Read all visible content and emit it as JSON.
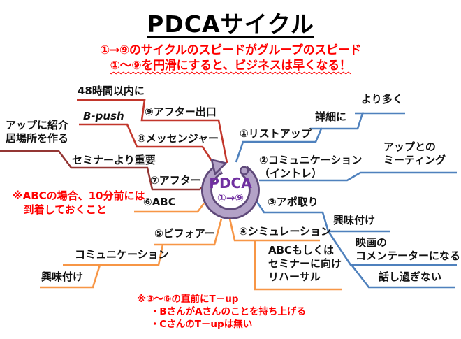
{
  "title": "PDCAサイクル",
  "subtitle": {
    "line1": "①→⑨のサイクルのスピードがグループのスピード",
    "line2": "①～⑨を円滑にすると、ビジネスは早くなる！"
  },
  "center": {
    "icon": "circular-cycle-arrow",
    "main": "PDCA",
    "range": "①→⑨"
  },
  "nodes": {
    "n48h": "48時間以内に",
    "bpush": "B-push",
    "n9": "⑨アフター出口",
    "n8": "⑧メッセンジャー",
    "up_intro": "アップに紹介\n居場所を作る",
    "seminar": "セミナーより重要",
    "n7": "⑦アフター",
    "n6": "⑥ABC",
    "n5": "⑤ビフォアー",
    "comm_left": "コミュニケーション",
    "interest_left": "興味付け",
    "n1": "①リストアップ",
    "detail": "詳細に",
    "more": "より多く",
    "n2": "②コミュニケーション\n（イントレ）",
    "up_meeting": "アップとの\nミーティング",
    "n3": "③アポ取り",
    "interest_right": "興味付け",
    "movie": "映画の\nコメンテーターになる",
    "no_talk": "話し過ぎない",
    "n4": "④シミュレーション",
    "rehearsal": "ABCもしくは\nセミナーに向け\nリハーサル"
  },
  "notes": {
    "abc": "※ABCの場合、10分前には\n   到着しておくこと",
    "tup": "※③～⑥の直前にT－up\n    ・BさんがAさんのことを持ち上げる\n    ・CさんのT－upは無い"
  },
  "colors": {
    "red": "#c2362b",
    "maroon": "#943634",
    "blue": "#4f81bd",
    "orange": "#f79646",
    "purple-dark": "#5f497a",
    "purple-fill": "#b3a2c7",
    "purple-text": "#7030a0",
    "note-red": "#ff0000"
  }
}
